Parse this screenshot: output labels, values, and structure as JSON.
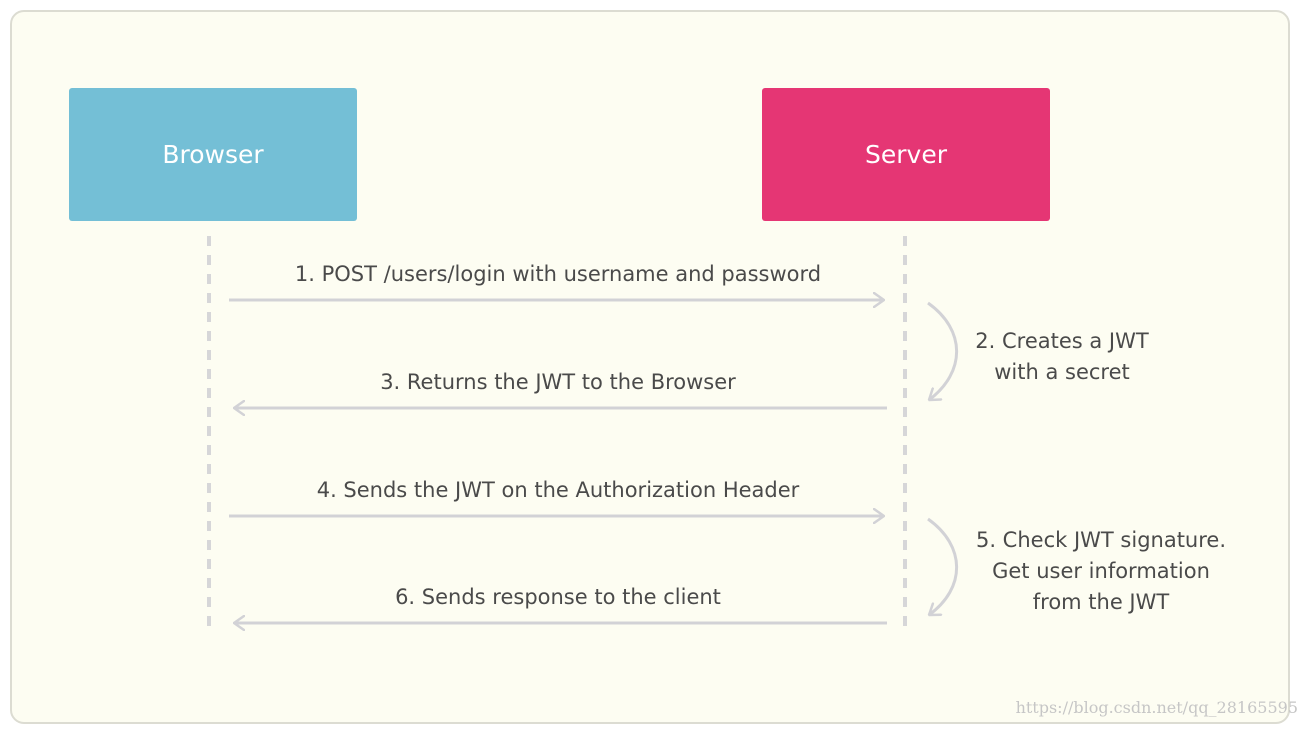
{
  "actors": {
    "browser": "Browser",
    "server": "Server"
  },
  "messages": [
    "1. POST /users/login with username and password",
    "3. Returns the JWT to the Browser",
    "4. Sends the JWT on the Authorization Header",
    "6. Sends response to the client"
  ],
  "notes": {
    "creates_jwt": [
      "2. Creates a JWT",
      "with a secret"
    ],
    "check_signature": [
      "5. Check JWT signature.",
      "Get user information",
      "from the JWT"
    ]
  },
  "watermark": "https://blog.csdn.net/qq_28165595",
  "colors": {
    "browser": "#74bfd6",
    "server": "#e53674",
    "arrow": "#d2d2d6",
    "text": "#4a4a4a",
    "background": "#fdfdf2"
  }
}
